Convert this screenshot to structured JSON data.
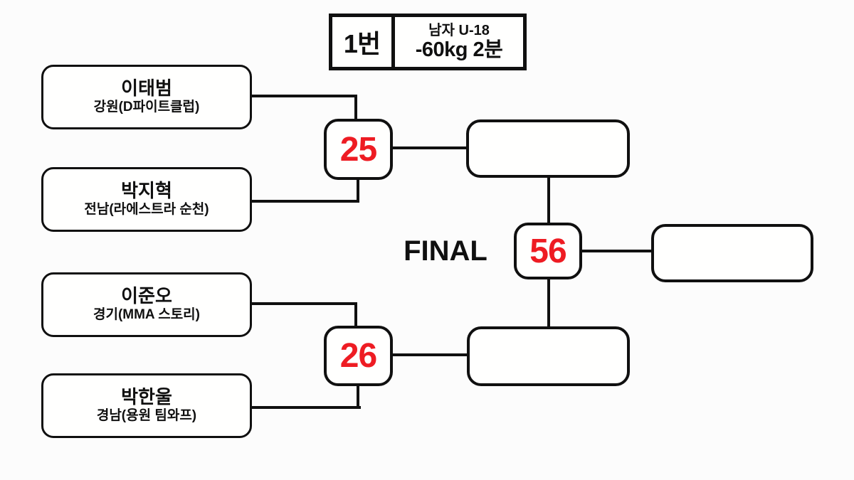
{
  "header": {
    "match_no": "1번",
    "division": "남자 U-18",
    "weight_duration": "-60kg 2분"
  },
  "final_label": "FINAL",
  "players": [
    {
      "name": "이태범",
      "team": "강원(D파이트클럽)"
    },
    {
      "name": "박지혁",
      "team": "전남(라에스트라 순천)"
    },
    {
      "name": "이준오",
      "team": "경기(MMA 스토리)"
    },
    {
      "name": "박한울",
      "team": "경남(용원 팀와프)"
    }
  ],
  "matches": [
    {
      "number": "25",
      "round": "semifinal-top"
    },
    {
      "number": "26",
      "round": "semifinal-bottom"
    },
    {
      "number": "56",
      "round": "final"
    }
  ],
  "winner_slots": [
    {
      "value": ""
    },
    {
      "value": ""
    },
    {
      "value": ""
    }
  ],
  "colors": {
    "bg": "#fcfcfc",
    "box-bg": "#fffffe",
    "line": "#101010",
    "red": "#ee1c23"
  }
}
